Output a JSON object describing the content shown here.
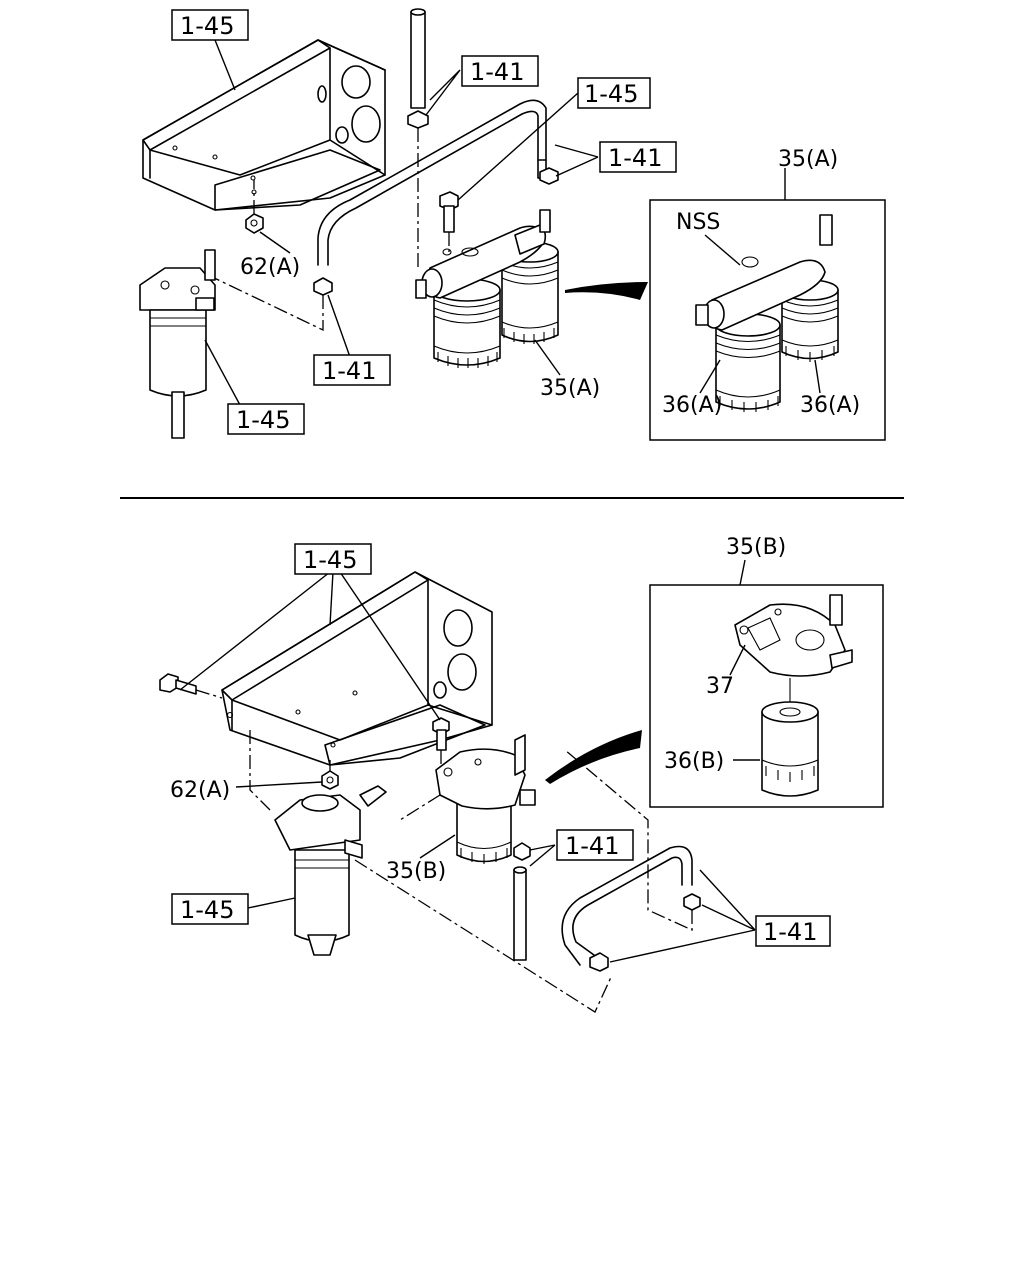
{
  "upper": {
    "ref_bracket_top": "1-45",
    "ref_pipe_top": "1-41",
    "ref_bolt": "1-45",
    "ref_pipe_right": "1-41",
    "ref_clip_lower": "1-41",
    "ref_sedimenter": "1-45",
    "nut_label": "62(A)",
    "filter_label": "35(A)",
    "inset_title": "35(A)",
    "inset_nss": "NSS",
    "inset_element_left": "36(A)",
    "inset_element_right": "36(A)"
  },
  "lower": {
    "ref_bracket": "1-45",
    "ref_sedimenter": "1-45",
    "ref_pipe_mid": "1-41",
    "ref_pipe_right": "1-41",
    "nut_label": "62(A)",
    "filter_label": "35(B)",
    "inset_title": "35(B)",
    "inset_head": "37",
    "inset_element": "36(B)"
  }
}
